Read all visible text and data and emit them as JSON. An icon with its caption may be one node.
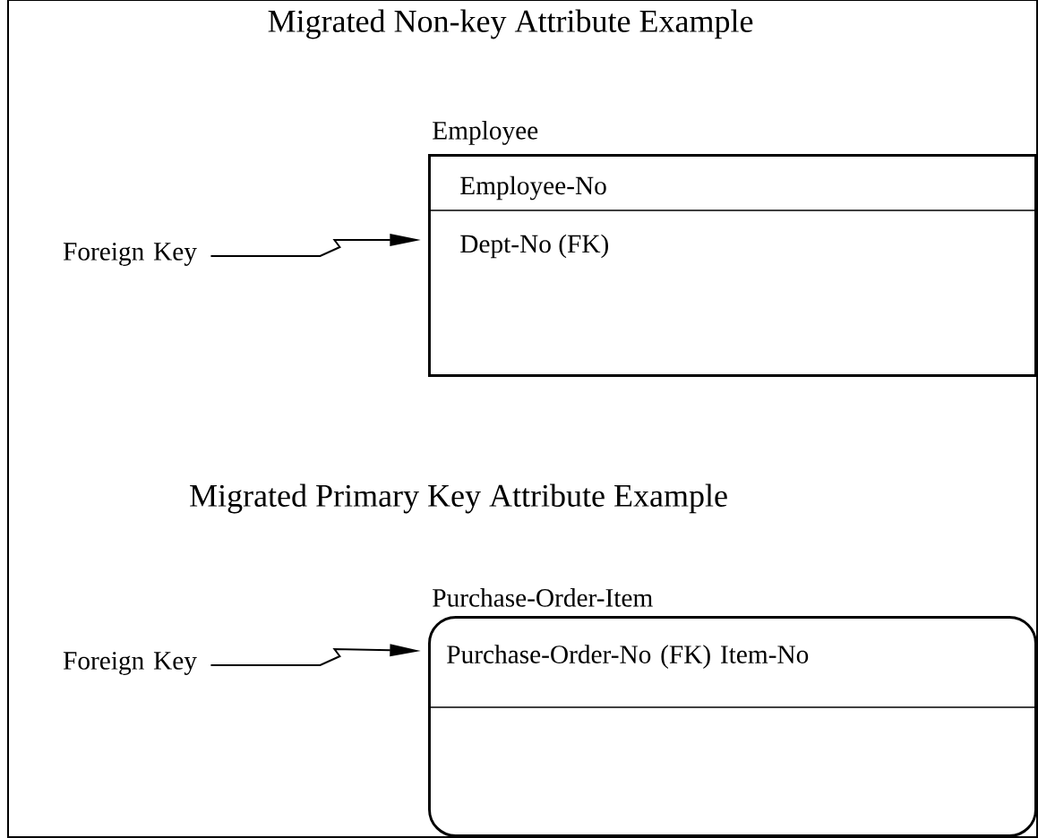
{
  "diagram": {
    "title": "Migrated Non-key Attribute Example",
    "nodes": [
      {
        "text": [
          "Foreign Key"
        ]
      },
      {
        "text": [
          "Employee",
          "Employee-No",
          "Dept-No (FK)"
        ]
      },
      {
        "text": [
          "Foreign Key"
        ]
      },
      {
        "text": [
          "Purchase-Order-Item",
          "Purchase-Order-No (FK) Item-No"
        ]
      }
    ],
    "edges": [
      {
        "from": 0,
        "to": 1,
        "arrow": "to"
      },
      {
        "from": 2,
        "to": 3,
        "arrow": "to"
      }
    ],
    "labels": [
      "Migrated Primary Key Attribute Example"
    ]
  }
}
